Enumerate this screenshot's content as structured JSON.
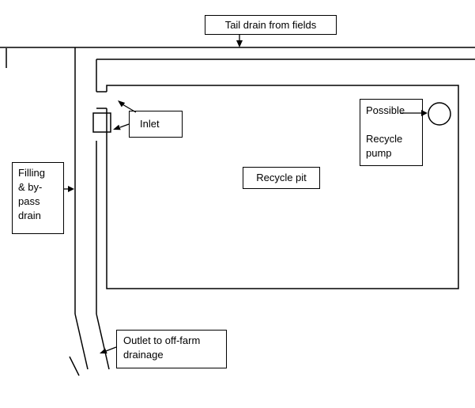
{
  "diagram": {
    "labels": {
      "tail_drain": "Tail drain from fields",
      "inlet": "Inlet",
      "filling_bypass": "Filling\n& by-\npass\ndrain",
      "recycle_pit": "Recycle pit",
      "possible_pump": "Possible\n\nRecycle\npump",
      "outlet": "Outlet to off-farm\ndrainage"
    },
    "colors": {
      "line": "#000000",
      "background": "#ffffff",
      "box_border": "#000000"
    }
  }
}
